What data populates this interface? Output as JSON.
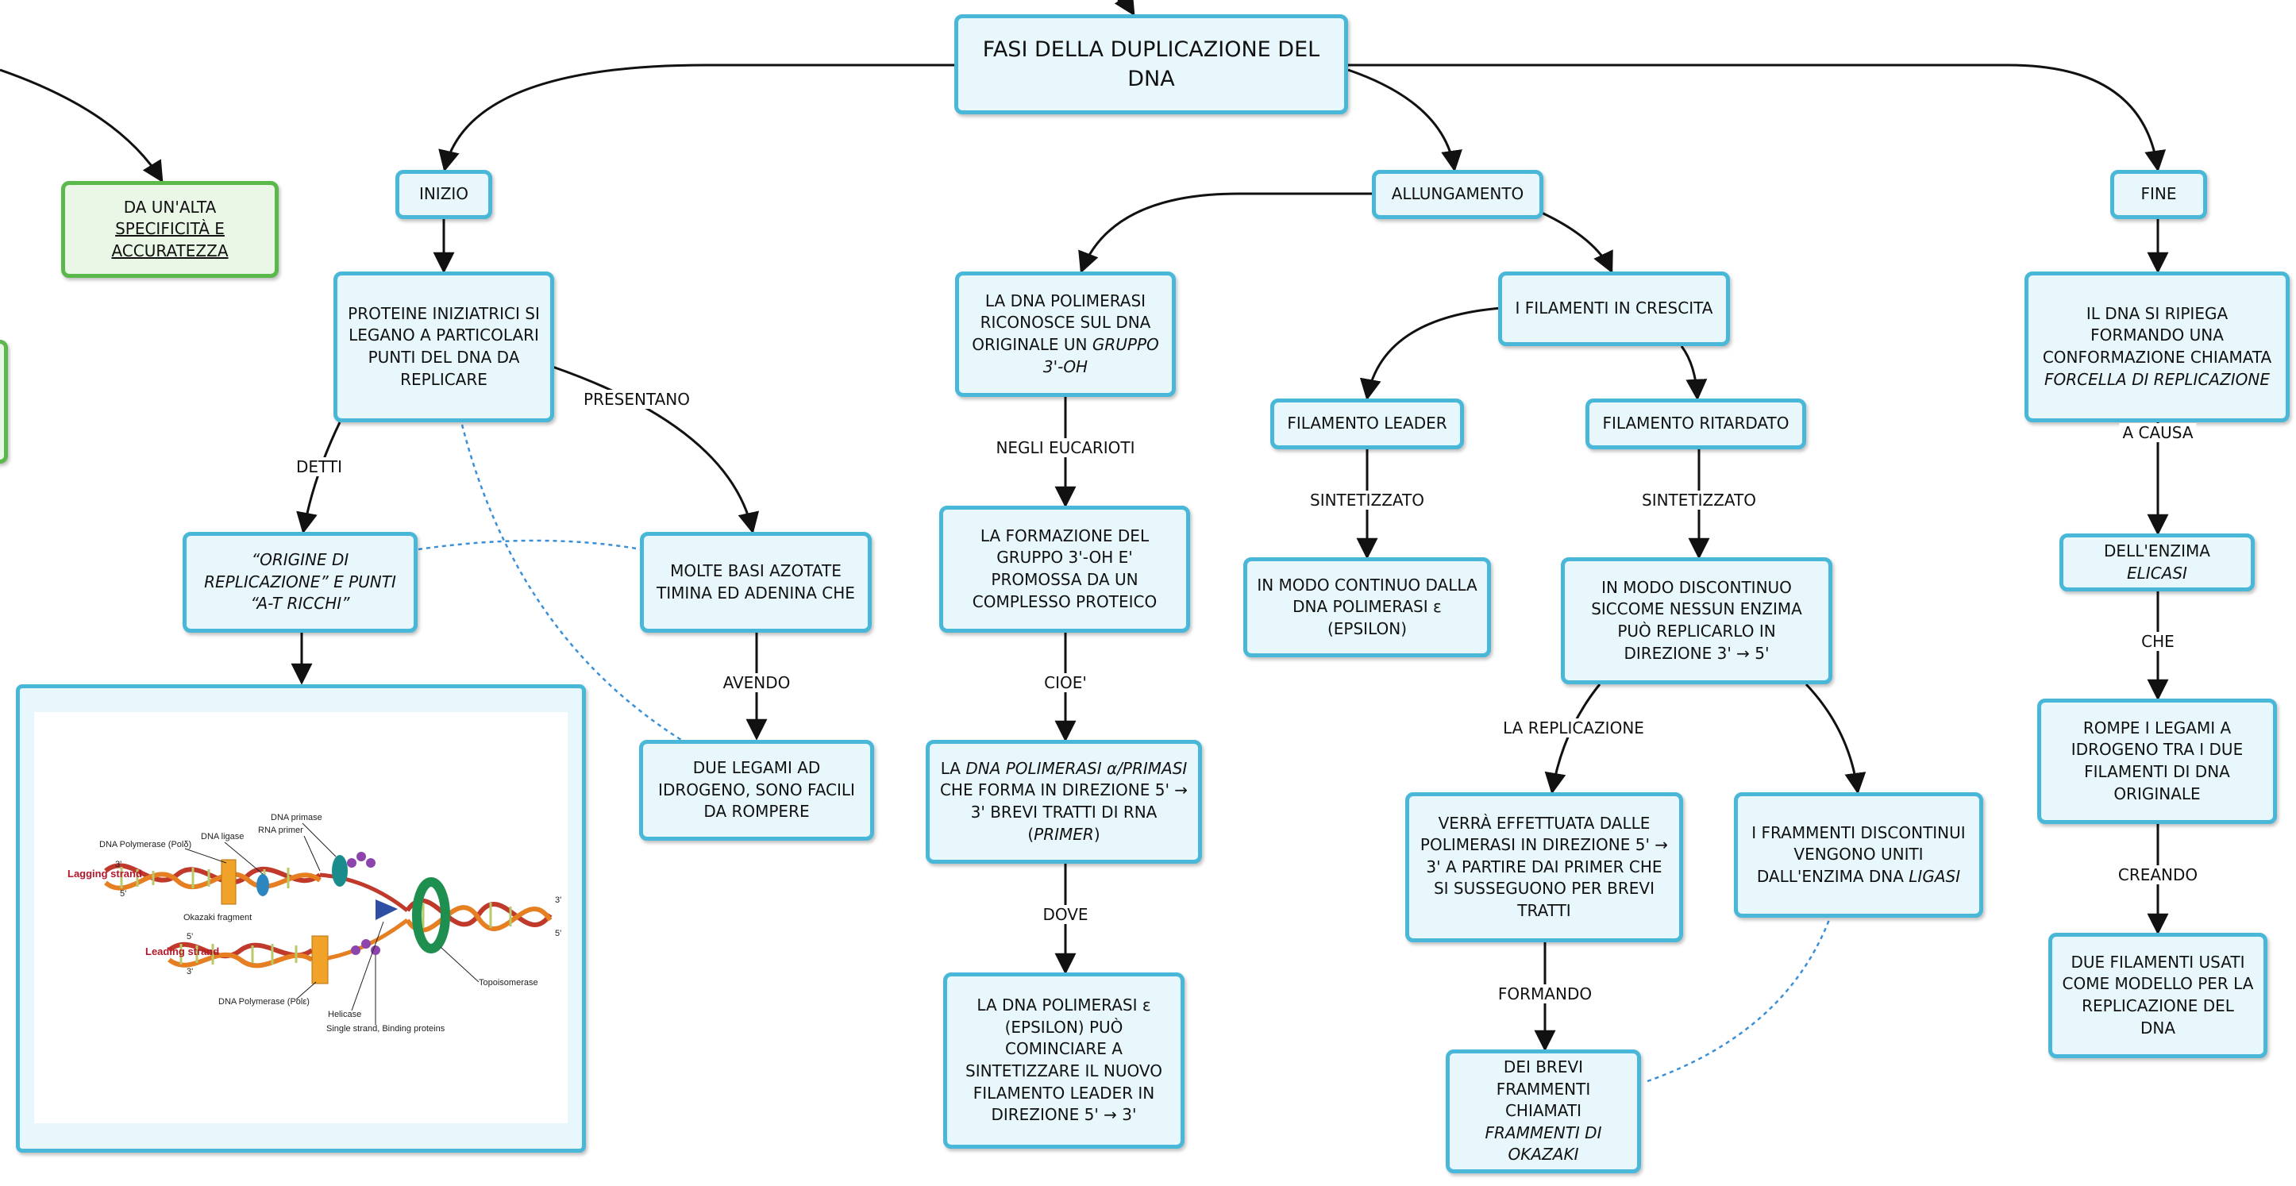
{
  "colors": {
    "node_border": "#49b8d8",
    "node_fill": "#e7f7fb",
    "green_border": "#5bb84a",
    "dashed_link": "#3a8fd6"
  },
  "nodes": {
    "root": "FASI DELLA DUPLICAZIONE DEL DNA",
    "accuracy_pre": "DA UN'ALTA ",
    "accuracy_ul": "SPECIFICITÀ E ACCURATEZZA",
    "inizio": "INIZIO",
    "allungamento": "ALLUNGAMENTO",
    "fine": "FINE",
    "proteine": "PROTEINE INIZIATRICI SI LEGANO A PARTICOLARI PUNTI DEL DNA DA REPLICARE",
    "origine": "“ORIGINE DI REPLICAZIONE” E PUNTI “A-T RICCHI”",
    "basi": "MOLTE BASI AZOTATE TIMINA ED ADENINA CHE",
    "legami": "DUE LEGAMI AD IDROGENO, SONO FACILI DA ROMPERE",
    "pol_ricon_a": "LA DNA POLIMERASI RICONOSCE SUL DNA ORIGINALE UN ",
    "pol_ricon_b": "GRUPPO 3'-OH",
    "formazione": "LA FORMAZIONE DEL GRUPPO 3'-OH E' PROMOSSA DA UN COMPLESSO PROTEICO",
    "primasi_a": "LA ",
    "primasi_b": "DNA POLIMERASI α/PRIMASI",
    "primasi_c": " CHE FORMA IN DIREZIONE 5' → 3' BREVI TRATTI DI RNA (",
    "primasi_d": "PRIMER",
    "primasi_e": ")",
    "epsilon_leader": "LA DNA POLIMERASI ε (EPSILON) PUÒ COMINCIARE A SINTETIZZARE IL NUOVO FILAMENTO LEADER IN DIREZIONE 5' → 3'",
    "filamenti": "I FILAMENTI IN CRESCITA",
    "leader": "FILAMENTO LEADER",
    "ritardato": "FILAMENTO RITARDATO",
    "continuo": "IN MODO CONTINUO DALLA DNA POLIMERASI ε (EPSILON)",
    "discontinuo": "IN MODO DISCONTINUO SICCOME NESSUN ENZIMA PUÒ REPLICARLO IN DIREZIONE 3' → 5'",
    "effettuata": "VERRÀ EFFETTUATA DALLE POLIMERASI IN DIREZIONE 5' → 3' A PARTIRE DAI PRIMER CHE SI SUSSEGUONO PER BREVI TRATTI",
    "frammenti_uniti_a": "I FRAMMENTI DISCONTINUI VENGONO UNITI DALL'ENZIMA DNA ",
    "frammenti_uniti_b": "LIGASI",
    "okazaki_a": "DEI BREVI FRAMMENTI CHIAMATI ",
    "okazaki_b": "FRAMMENTI DI OKAZAKI",
    "ripiega_a": "IL DNA SI RIPIEGA FORMANDO UNA CONFORMAZIONE CHIAMATA ",
    "ripiega_b": "FORCELLA DI REPLICAZIONE",
    "elicasi_a": "DELL'ENZIMA ",
    "elicasi_b": "ELICASI",
    "rompe": "ROMPE I LEGAMI A IDROGENO TRA I DUE FILAMENTI DI DNA ORIGINALE",
    "modello": "DUE FILAMENTI USATI COME MODELLO PER LA REPLICAZIONE DEL DNA"
  },
  "link_labels": {
    "detti": "DETTI",
    "presentano": "PRESENTANO",
    "avendo": "AVENDO",
    "negli_eucarioti": "NEGLI EUCARIOTI",
    "cioe": "CIOE'",
    "dove": "DOVE",
    "sintetizzato_1": "SINTETIZZATO",
    "sintetizzato_2": "SINTETIZZATO",
    "la_replicazione": "LA REPLICAZIONE",
    "formando": "FORMANDO",
    "a_causa": "A CAUSA",
    "che": "CHE",
    "creando": "CREANDO"
  },
  "figure_labels": {
    "pol_delta": "DNA Polymerase (Polδ)",
    "ligase": "DNA ligase",
    "primase": "DNA primase",
    "rna_primer": "RNA primer",
    "lagging": "Lagging strand",
    "leading": "Leading strand",
    "okazaki": "Okazaki fragment",
    "pol_epsilon": "DNA Polymerase (Polε)",
    "helicase": "Helicase",
    "ssb": "Single strand, Binding proteins",
    "topo": "Topoisomerase",
    "three_prime": "3'",
    "five_prime": "5'"
  }
}
